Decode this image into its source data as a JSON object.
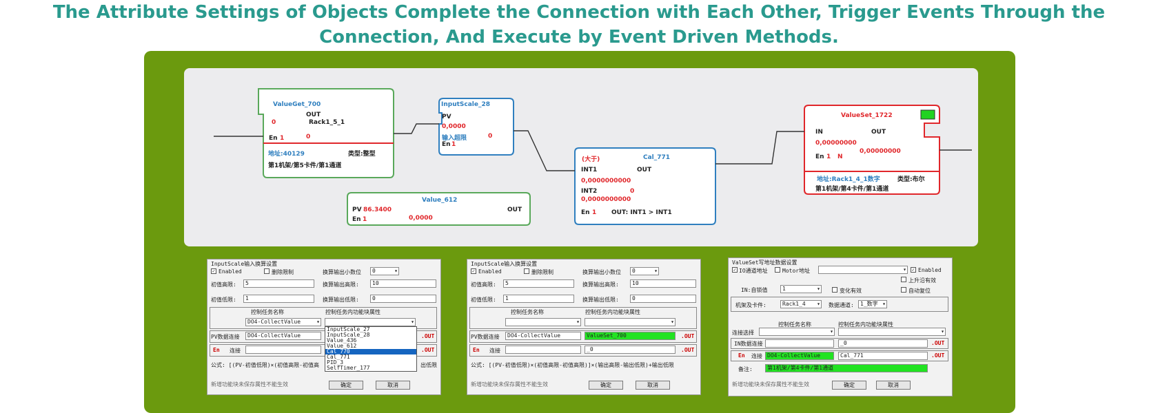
{
  "title": {
    "line1": "The Attribute Settings of Objects Complete the Connection with Each Other, Trigger Events Through the",
    "line2": "Connection, And Execute by Event Driven Methods."
  },
  "colors": {
    "accent_green": "#6b9a0e",
    "title_teal": "#2a9a8e",
    "node_blue": "#2f7fbf",
    "node_red": "#e0262a",
    "node_green": "#59a85a"
  },
  "nodes": {
    "valueget": {
      "name": "ValueGet_700",
      "out": "OUT",
      "rack": "Rack1_5_1",
      "val": "0",
      "en": "En",
      "en_val": "1",
      "en_out": "0",
      "addr": "地址:40129",
      "type": "类型:整型",
      "loc": "第1机架/第5卡件/第1通道"
    },
    "inputscale": {
      "name": "InputScale_28",
      "pv": "PV",
      "pv_val": "0,0000",
      "range": "输入超限",
      "range_val": "0",
      "en": "En",
      "en_val": "1"
    },
    "value612": {
      "name": "Value_612",
      "pv": "PV",
      "pv_val": "86.3400",
      "out": "OUT",
      "en": "En",
      "en_val": "1",
      "out_val": "0,0000"
    },
    "cal771": {
      "name": "Cal_771",
      "op": "(大于)",
      "int1": "INT1",
      "out": "OUT",
      "int1_val": "0,0000000000",
      "int2": "INT2",
      "int2_out": "0",
      "int2_val": "0,0000000000",
      "en": "En",
      "en_val": "1",
      "expr": "OUT: INT1 > INT1"
    },
    "valueset": {
      "name": "ValueSet_1722",
      "in": "IN",
      "out": "OUT",
      "in_val": "0,00000000",
      "out_val": "0,00000000",
      "en": "En",
      "en_val": "1",
      "n": "N",
      "addr": "地址:Rack1_4_1数字",
      "type": "类型:布尔",
      "loc": "第1机架/第4卡件/第1通道"
    }
  },
  "win1": {
    "title": "InputScale输入换算设置",
    "enabled": "Enabled",
    "limit": "删除限制",
    "decimals_label": "换算输出小数位",
    "decimals_val": "0",
    "in_hi_label": "初值高限:",
    "in_hi_val": "5",
    "out_hi_label": "换算输出高限:",
    "out_hi_val": "10",
    "in_lo_label": "初值低限:",
    "in_lo_val": "1",
    "out_lo_label": "换算输出低限:",
    "out_lo_val": "0",
    "task_label": "控制任务名称",
    "attr_label": "控制任务内功能块属性",
    "task_val": "DO4-CollectValue",
    "attr_val": "",
    "pv_label": "PV数据连接",
    "pv_val": "DO4-CollectValue",
    "out_tag": ".OUT",
    "en_label": "En",
    "en_conn_label": "连接",
    "en_val": "",
    "en_out": ".OUT",
    "formula": "公式: [(PV-初值低限)×(初值高限-初值高",
    "formula_tail": "出低限",
    "note": "新增功能块未保存属性不能生效",
    "ok": "确定",
    "cancel": "取消",
    "dropdown": [
      "InputScale_27",
      "InputScale_28",
      "Value_436",
      "Value_612",
      "Cal_770",
      "Cal_771",
      "PID_3",
      "SelfTimer_177"
    ],
    "dropdown_selected": 4
  },
  "win2": {
    "title": "InputScale输入换算设置",
    "enabled": "Enabled",
    "limit": "删除限制",
    "decimals_label": "换算输出小数位",
    "decimals_val": "0",
    "in_hi_label": "初值高限:",
    "in_hi_val": "5",
    "out_hi_label": "换算输出高限:",
    "out_hi_val": "10",
    "in_lo_label": "初值低限:",
    "in_lo_val": "1",
    "out_lo_label": "换算输出低限:",
    "out_lo_val": "0",
    "task_label": "控制任务名称",
    "attr_label": "控制任务内功能块属性",
    "pv_label": "PV数据连接",
    "pv_val": "DO4-CollectValue",
    "pv_attr": "ValueSet_700",
    "out_tag": ".OUT",
    "en_label": "En",
    "en_conn_label": "连接",
    "en_val": "_0",
    "en_out": ".OUT",
    "formula": "公式: [(PV-初值低限)×(初值高限-初值高限)]×(输出高限-输出低限)+输出低限",
    "note": "新增功能块未保存属性不能生效",
    "ok": "确定",
    "cancel": "取消"
  },
  "win3": {
    "title": "ValueSet写地址数据设置",
    "io_label": "IO通道地址",
    "motor_label": "Motor地址",
    "enabled": "Enabled",
    "rise_label": "上升沿有效",
    "auto_label": "自动复位",
    "in_label": "IN:自锁值",
    "in_val": "1",
    "change_label": "变化有效",
    "rack_label": "机架及卡件:",
    "rack_val": "Rack1_4",
    "ch_label": "数据通道:",
    "ch_val": "1_数字",
    "task_label": "控制任务名称",
    "attr_label": "控制任务内功能块属性",
    "conn_sel_label": "连接选择",
    "in_conn_label": "IN数据连接",
    "in_conn_val": "_0",
    "out_tag": ".OUT",
    "en_label": "En",
    "en_conn_label": "连接",
    "en_task": "DO4-CollectValue",
    "en_attr": "Cal_771",
    "en_out": ".OUT",
    "remark_label": "备注:",
    "remark_val": "第1机架/第4卡件/第1通道",
    "note": "新增功能块未保存属性不能生效",
    "ok": "确定",
    "cancel": "取消"
  }
}
